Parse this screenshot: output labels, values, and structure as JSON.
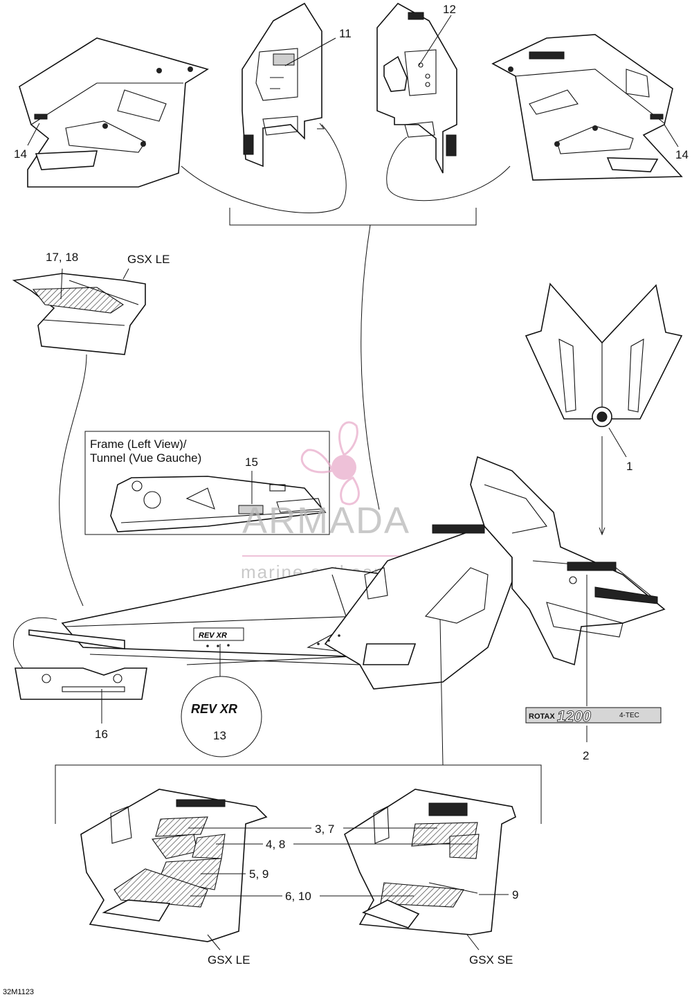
{
  "callouts": {
    "c1": "1",
    "c2": "2",
    "c3_7": "3, 7",
    "c4_8": "4, 8",
    "c5_9": "5, 9",
    "c6_10": "6, 10",
    "c9": "9",
    "c11": "11",
    "c12": "12",
    "c13": "13",
    "c14_left": "14",
    "c14_right": "14",
    "c15": "15",
    "c16": "16",
    "c17_18": "17, 18"
  },
  "model_labels": {
    "gsx_le_top": "GSX LE",
    "gsx_le_bottom": "GSX LE",
    "gsx_se_bottom": "GSX SE"
  },
  "frame_inset": {
    "title_line1": "Frame (Left View)/",
    "title_line2": "Tunnel (Vue Gauche)"
  },
  "decals": {
    "rotax_brand": "ROTAX",
    "rotax_number": "1200",
    "rotax_suffix": "4-TEC",
    "revxr_tunnel": "REV XR",
    "revxr_detail": "REV XR"
  },
  "watermark": {
    "name": "ARMADA",
    "tagline": "marine outboards",
    "color": "#e7a8c8"
  },
  "figure_code": "32M1123"
}
